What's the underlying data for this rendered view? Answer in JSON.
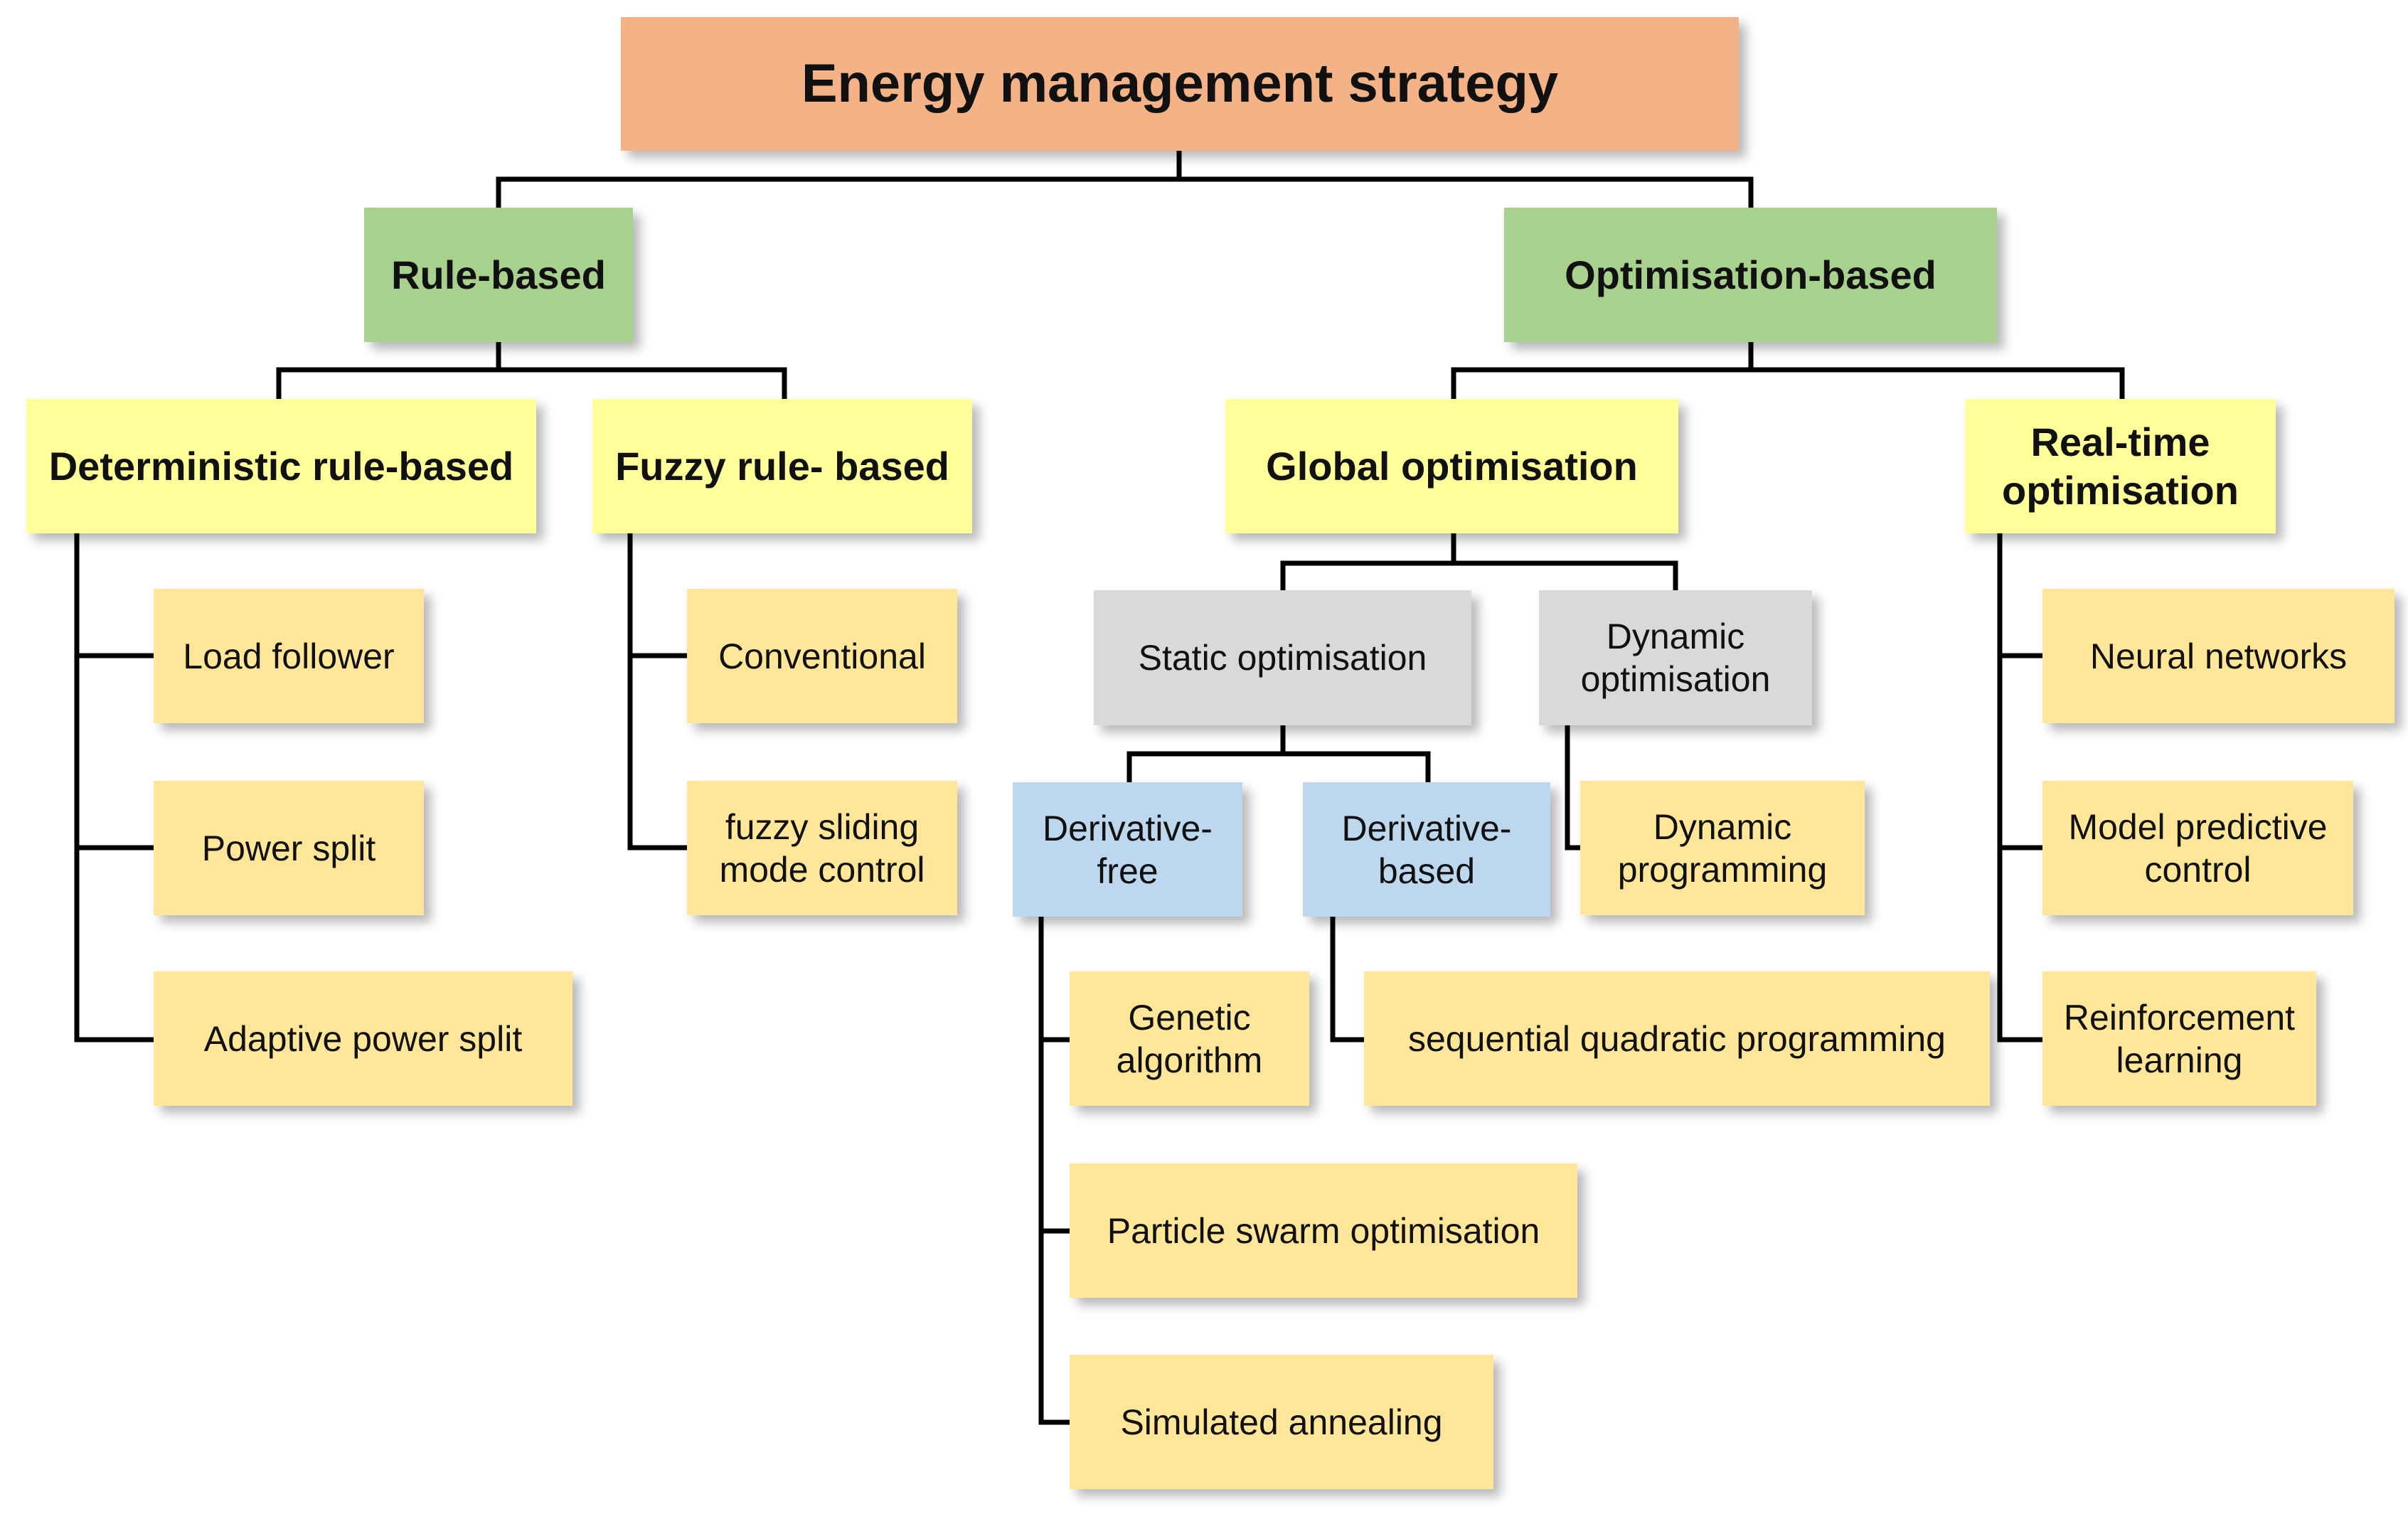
{
  "nodes": {
    "root": "Energy management strategy",
    "rule_based": "Rule-based",
    "optimisation_based": "Optimisation-based",
    "deterministic": "Deterministic rule-based",
    "fuzzy": "Fuzzy rule- based",
    "global": "Global optimisation",
    "realtime_l1": "Real-time",
    "realtime_l2": "optimisation",
    "load_follower": "Load follower",
    "power_split": "Power split",
    "adaptive_power_split": "Adaptive power split",
    "conventional": "Conventional",
    "fuzzy_sliding_l1": "fuzzy sliding",
    "fuzzy_sliding_l2": "mode control",
    "static": "Static optimisation",
    "dynamic_opt_l1": "Dynamic",
    "dynamic_opt_l2": "optimisation",
    "deriv_free_l1": "Derivative-",
    "deriv_free_l2": "free",
    "deriv_based_l1": "Derivative-",
    "deriv_based_l2": "based",
    "dynamic_prog_l1": "Dynamic",
    "dynamic_prog_l2": "programming",
    "genetic_l1": "Genetic",
    "genetic_l2": "algorithm",
    "pso": "Particle swarm optimisation",
    "simulated_annealing": "Simulated annealing",
    "sqp": "sequential quadratic programming",
    "neural": "Neural networks",
    "mpc_l1": "Model predictive",
    "mpc_l2": "control",
    "rl_l1": "Reinforcement",
    "rl_l2": "learning"
  },
  "colors": {
    "root": "#f3b386",
    "category": "#a9d18e",
    "subcategory": "#ffff99",
    "grey": "#d9d9d9",
    "blue": "#bdd7ee",
    "leaf": "#ffe699",
    "connector": "#000000"
  }
}
